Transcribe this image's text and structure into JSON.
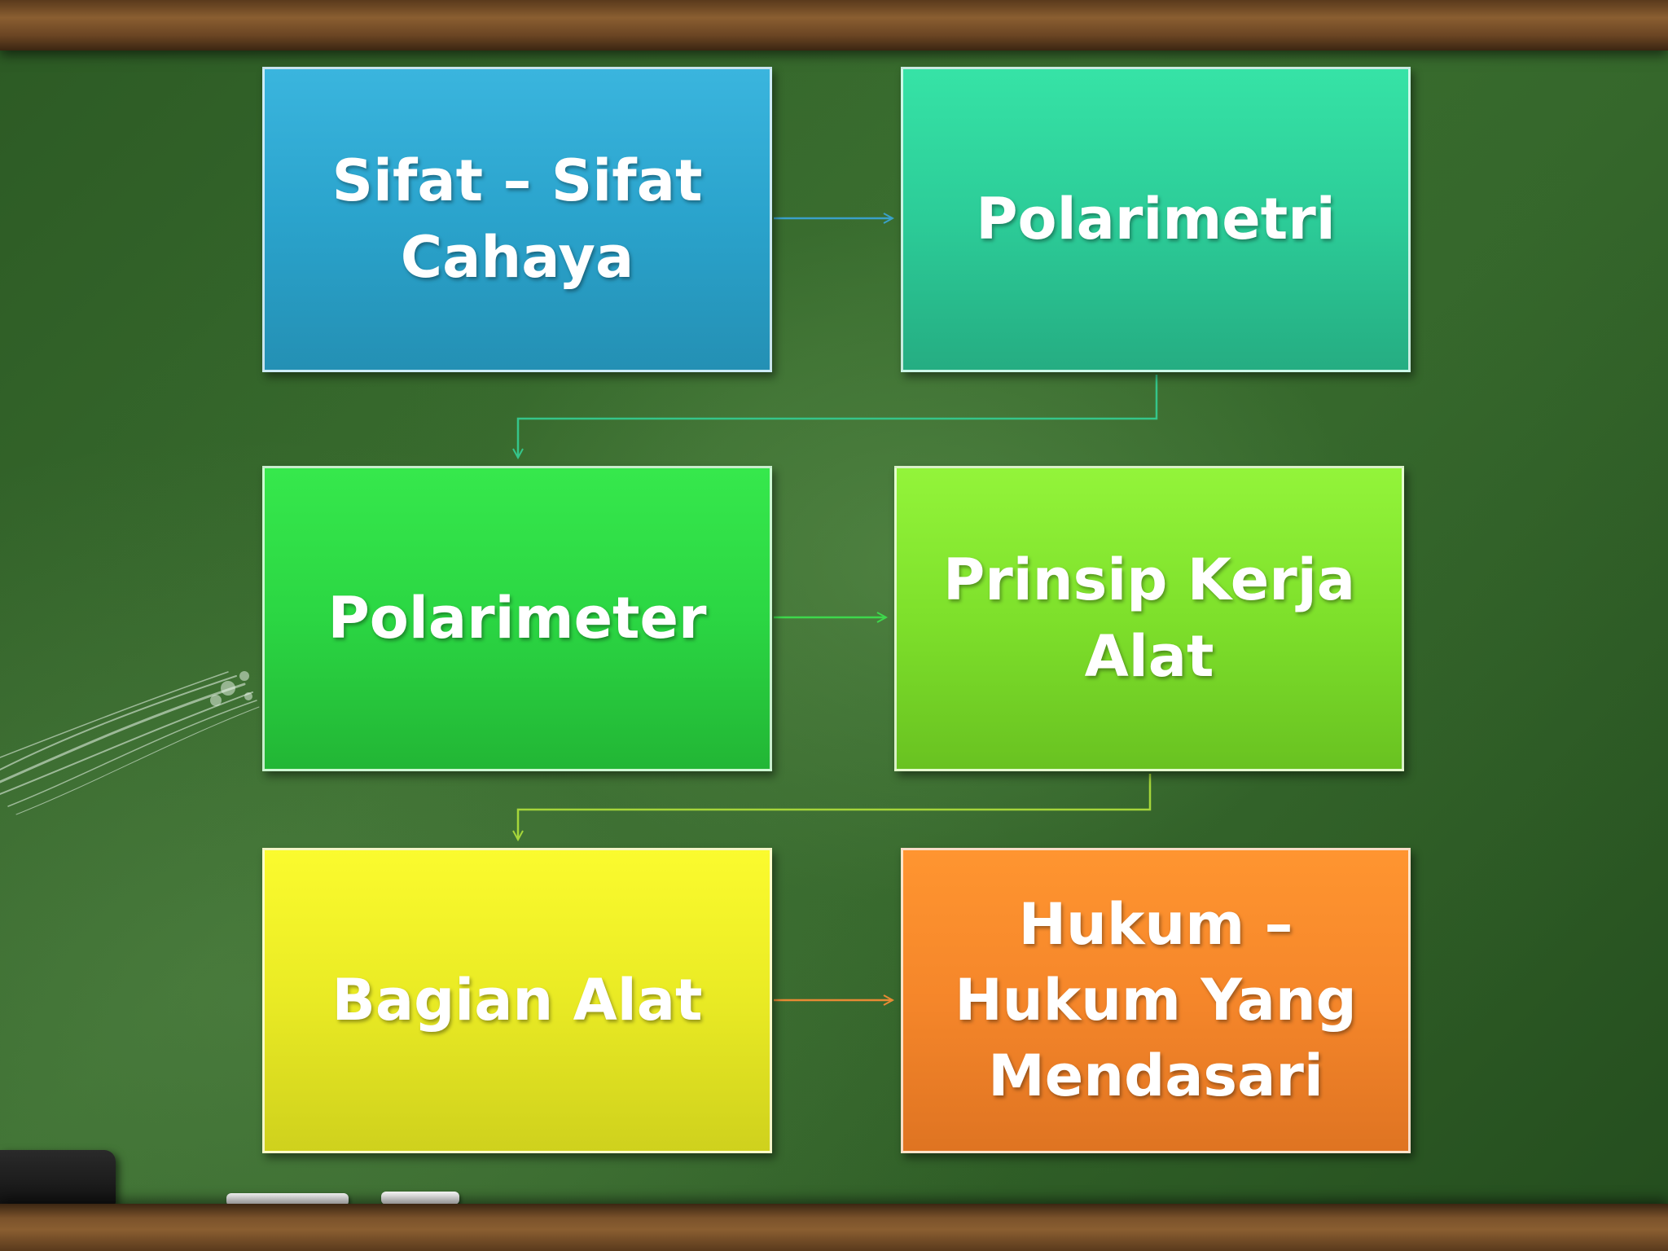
{
  "slide": {
    "boxes": [
      {
        "lines": [
          "Sifat – Sifat",
          "Cahaya"
        ],
        "color": "#2aa3cc"
      },
      {
        "lines": [
          "Polarimetri"
        ],
        "color": "#2ccc98"
      },
      {
        "lines": [
          "Polarimeter"
        ],
        "color": "#2bd643"
      },
      {
        "lines": [
          "Prinsip Kerja",
          "Alat"
        ],
        "color": "#7ee02b"
      },
      {
        "lines": [
          "Bagian Alat"
        ],
        "color": "#e9ea24"
      },
      {
        "lines": [
          "Hukum –",
          "Hukum Yang",
          "Mendasari"
        ],
        "color": "#f5862a"
      }
    ],
    "connector_colors": {
      "row1": "#3aa0c8",
      "row1_to_row2": "#35c58a",
      "row2": "#3ed84c",
      "row2_to_row3": "#a6d63a",
      "row3": "#e88a34"
    },
    "icons": {
      "eraser": "eraser-icon",
      "chalk": "chalk-icon"
    }
  }
}
